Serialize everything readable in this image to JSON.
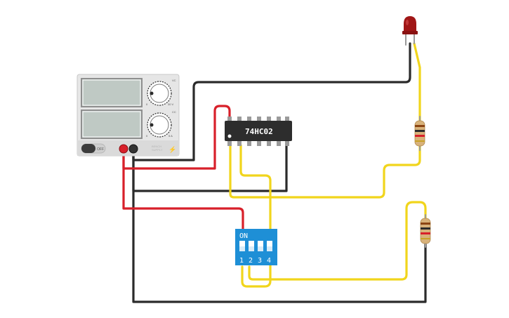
{
  "power_supply": {
    "off_label": "OFF",
    "voltage_knob_label": "VC",
    "current_knob_label": "CC",
    "voltage_max": "30 V",
    "current_max": "5 A",
    "knob_min": "0",
    "brand_line1": "BENCH",
    "brand_line2": "SUPPLY",
    "colors": {
      "body": "#e6e6e6",
      "display": "#bfc9c4"
    }
  },
  "chip": {
    "label": "74HC02",
    "color": "#2d2d2d"
  },
  "dip_switch": {
    "on_label": "ON",
    "switch_numbers": [
      "1",
      "2",
      "3",
      "4"
    ],
    "color": "#1e8fd6"
  },
  "led": {
    "color": "#a01616"
  },
  "wire_colors": {
    "black": "#2b2b2b",
    "red": "#d8202a",
    "yellow": "#f1d51c"
  }
}
